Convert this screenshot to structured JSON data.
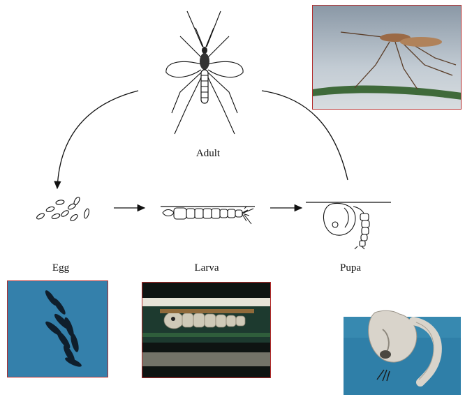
{
  "stages": {
    "adult": {
      "label": "Adult"
    },
    "egg": {
      "label": "Egg"
    },
    "larva": {
      "label": "Larva"
    },
    "pupa": {
      "label": "Pupa"
    }
  },
  "colors": {
    "photo_border": "#b32b2b",
    "water_blue": "#2f7fa8",
    "line": "#111111"
  }
}
